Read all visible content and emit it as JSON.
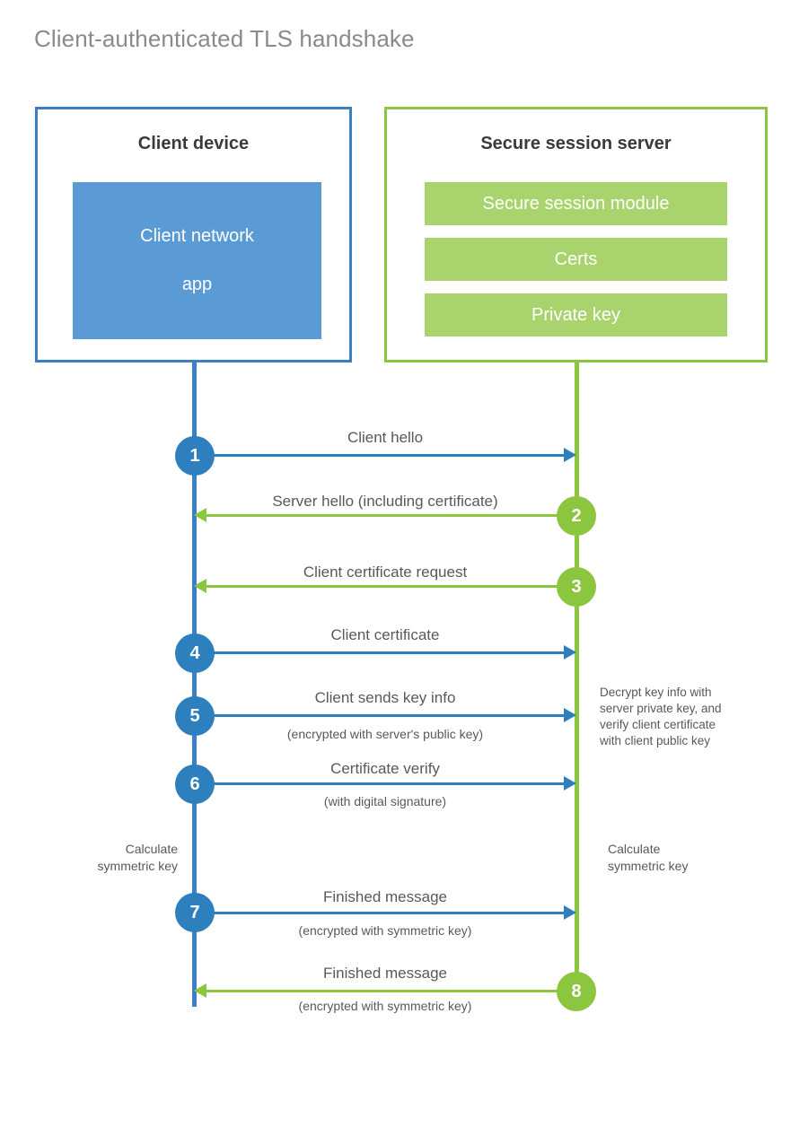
{
  "diagram": {
    "title": "Client-authenticated TLS handshake",
    "colors": {
      "client_accent": "#3b7fc4",
      "client_fill": "#5b9bd5",
      "server_accent": "#8cc63f",
      "server_fill": "#a9d36d",
      "text": "#58595b",
      "title_text": "#8a8a8a"
    }
  },
  "client": {
    "title": "Client device",
    "app_label_line1": "Client network",
    "app_label_line2": "app",
    "note_line1": "Calculate",
    "note_line2": "symmetric key"
  },
  "server": {
    "title": "Secure session server",
    "components": [
      {
        "label": "Secure session module"
      },
      {
        "label": "Certs"
      },
      {
        "label": "Private key"
      }
    ],
    "note_decrypt_line1": "Decrypt key info with",
    "note_decrypt_line2": "server private key, and",
    "note_decrypt_line3": "verify client certificate",
    "note_decrypt_line4": "with client public key",
    "note_line1": "Calculate",
    "note_line2": "symmetric key"
  },
  "steps": [
    {
      "number": "1",
      "label": "Client hello",
      "sublabel": "",
      "direction": "client-to-server"
    },
    {
      "number": "2",
      "label": "Server hello (including certificate)",
      "sublabel": "",
      "direction": "server-to-client"
    },
    {
      "number": "3",
      "label": "Client certificate request",
      "sublabel": "",
      "direction": "server-to-client"
    },
    {
      "number": "4",
      "label": "Client certificate",
      "sublabel": "",
      "direction": "client-to-server"
    },
    {
      "number": "5",
      "label": "Client sends key info",
      "sublabel": "(encrypted with server's public key)",
      "direction": "client-to-server"
    },
    {
      "number": "6",
      "label": "Certificate verify",
      "sublabel": "(with digital signature)",
      "direction": "client-to-server"
    },
    {
      "number": "7",
      "label": "Finished message",
      "sublabel": "(encrypted with symmetric key)",
      "direction": "client-to-server"
    },
    {
      "number": "8",
      "label": "Finished message",
      "sublabel": "(encrypted with symmetric key)",
      "direction": "server-to-client"
    }
  ]
}
